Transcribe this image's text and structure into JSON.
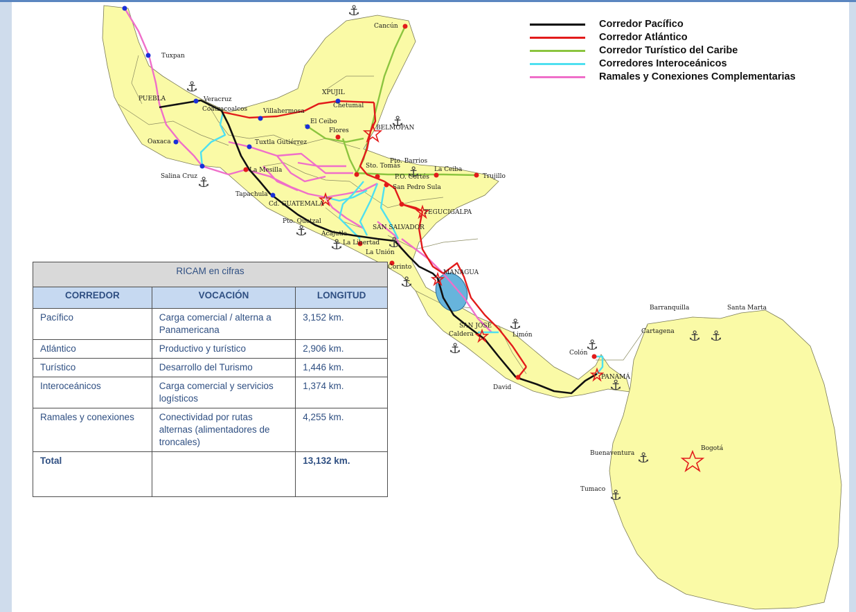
{
  "legend": [
    {
      "label": "Corredor Pacífico",
      "color": "#000000"
    },
    {
      "label": "Corredor Atlántico",
      "color": "#e21b1b"
    },
    {
      "label": "Corredor Turístico del Caribe",
      "color": "#8bc43f"
    },
    {
      "label": "Corredores Interoceánicos",
      "color": "#4fe0f0"
    },
    {
      "label": "Ramales y Conexiones Complementarias",
      "color": "#ef6fc9"
    }
  ],
  "places": {
    "tuxpan": "Tuxpan",
    "cancun": "Cancún",
    "puebla": "PUEBLA",
    "veracruz": "Veracruz",
    "coatzacoalcos": "Coatzacoalcos",
    "xpujil": "XPUJIL",
    "chetumal": "Chetumal",
    "villahermosa": "Villahermosa",
    "el_ceibo": "El Ceibo",
    "flores": "Flores",
    "belmopan": "BELMOPAN",
    "oaxaca": "Oaxaca",
    "tuxtla": "Tuxtla Gutiérrez",
    "salina_cruz": "Salina Cruz",
    "la_mesilla": "La Mesilla",
    "pto_barrios": "Pto. Barrios",
    "sto_tomas": "Sto. Tomás",
    "pto_cortes": "P.O. Cortés",
    "la_ceiba": "La Ceiba",
    "trujillo": "Trujillo",
    "san_pedro_sula": "San Pedro Sula",
    "tapachula": "Tapachula",
    "cd_guatemala": "Cd. GUATEMALA",
    "tegucigalpa": "TEGUCIGALPA",
    "pto_quetzal": "Pto. Quetzal",
    "acajutla": "Acajutla",
    "san_salvador": "SAN SALVADOR",
    "la_libertad": "La Libertad",
    "la_union": "La Unión",
    "corinto": "Corinto",
    "managua": "MANAGUA",
    "san_jose": "SAN JOSÉ",
    "caldera": "Caldera",
    "limon": "Limón",
    "colon": "Colón",
    "panama": "PANAMÁ",
    "david": "David",
    "barranquilla": "Barranquilla",
    "santa_marta": "Santa Marta",
    "cartagena": "Cartagena",
    "buenaventura": "Buenaventura",
    "bogota": "Bogotá",
    "tumaco": "Tumaco"
  },
  "table": {
    "title": "RICAM en cifras",
    "headers": [
      "CORREDOR",
      "VOCACIÓN",
      "LONGITUD"
    ],
    "rows": [
      {
        "corredor": "Pacífico",
        "vocacion": "Carga comercial / alterna a Panamericana",
        "longitud": "3,152 km."
      },
      {
        "corredor": "Atlántico",
        "vocacion": "Productivo y turístico",
        "longitud": "2,906 km."
      },
      {
        "corredor": "Turístico",
        "vocacion": "Desarrollo del Turismo",
        "longitud": "1,446 km."
      },
      {
        "corredor": "Interoceánicos",
        "vocacion": "Carga comercial y servicios logísticos",
        "longitud": "1,374 km."
      },
      {
        "corredor": "Ramales y conexiones",
        "vocacion": "Conectividad por rutas alternas (alimentadores de troncales)",
        "longitud": "4,255 km."
      }
    ],
    "total": {
      "label": "Total",
      "vocacion": "",
      "longitud": "13,132 km."
    }
  }
}
